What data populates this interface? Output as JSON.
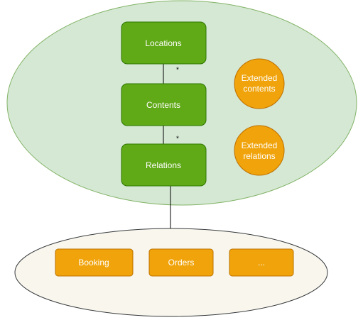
{
  "colors": {
    "core_region_fill": "#d5e8d4",
    "core_region_stroke": "#82b366",
    "module_region_fill": "#f9f7ed",
    "module_region_stroke": "#36393d",
    "core_node_fill": "#60a917",
    "core_node_stroke": "#2d7600",
    "extended_node_fill": "#f0a30a",
    "extended_node_stroke": "#bd7000",
    "module_node_fill": "#f0a30a",
    "module_node_stroke": "#bd7000",
    "edge": "#000000"
  },
  "core_nodes": [
    {
      "id": "locations",
      "label": "Locations"
    },
    {
      "id": "contents",
      "label": "Contents"
    },
    {
      "id": "relations",
      "label": "Relations"
    }
  ],
  "extended_nodes": [
    {
      "id": "extended-contents",
      "lines": [
        "Extended",
        "contents"
      ]
    },
    {
      "id": "extended-relations",
      "lines": [
        "Extended",
        "relations"
      ]
    }
  ],
  "module_nodes": [
    {
      "id": "booking",
      "label": "Booking"
    },
    {
      "id": "orders",
      "label": "Orders"
    },
    {
      "id": "more",
      "label": "..."
    }
  ],
  "edges": [
    {
      "from": "locations",
      "to": "contents",
      "multiplicity": "*"
    },
    {
      "from": "contents",
      "to": "relations",
      "multiplicity": "*"
    },
    {
      "from": "relations",
      "to": "module-region",
      "multiplicity": ""
    }
  ]
}
